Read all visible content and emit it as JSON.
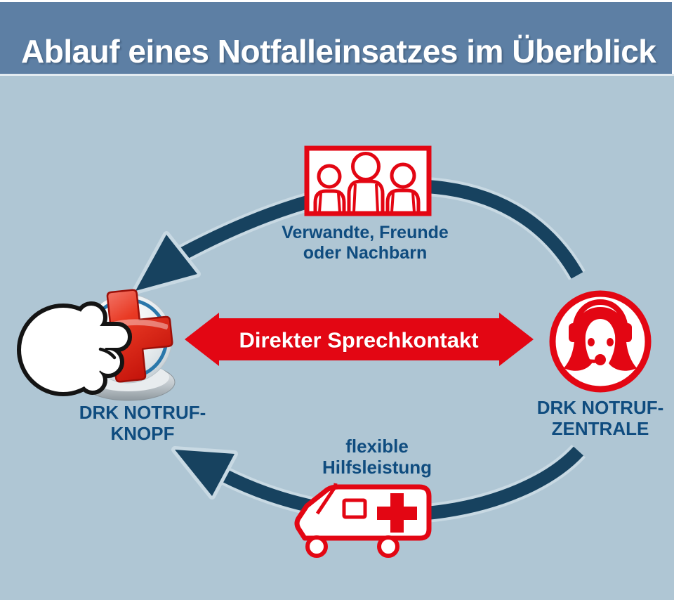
{
  "header": {
    "title": "Ablauf eines Notfalleinsatzes im Überblick"
  },
  "diagram": {
    "relatives": {
      "line1": "Verwandte, Freunde",
      "line2": "oder Nachbarn",
      "icon": "family-icon"
    },
    "alarm_button": {
      "line1": "DRK NOTRUF-",
      "line2": "KNOPF",
      "icon": "emergency-button-icon"
    },
    "call_center": {
      "line1": "DRK NOTRUF-",
      "line2": "ZENTRALE",
      "icon": "operator-headset-icon"
    },
    "assistance": {
      "line1": "flexible",
      "line2": "Hilfsleistung",
      "icon": "ambulance-icon"
    },
    "direct_contact": {
      "label": "Direkter Sprechkontakt",
      "icon": "double-arrow"
    },
    "flow_arrows": [
      "top-arc-arrow",
      "bottom-arc-arrow"
    ]
  },
  "colors": {
    "header_bg": "#5d7fa4",
    "background": "#afc6d4",
    "navy": "#17425f",
    "red": "#e30613",
    "label_blue": "#0f4c7f",
    "ring_blue": "#2a77aa"
  }
}
